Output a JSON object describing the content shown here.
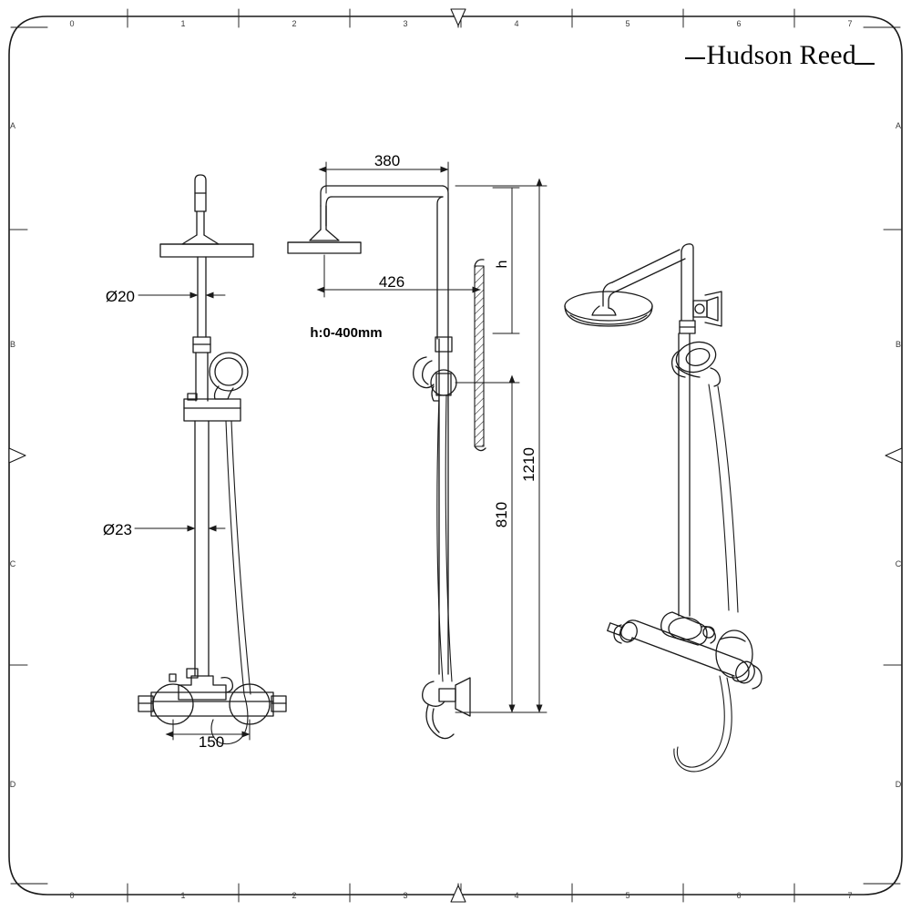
{
  "document": {
    "type": "technical-drawing",
    "subject": "Thermostatic shower riser rail kit with rain head and handset",
    "brand_logo": "Hudson Reed"
  },
  "frame": {
    "column_labels": [
      "0",
      "1",
      "2",
      "3",
      "4",
      "5",
      "6",
      "7"
    ],
    "row_labels": [
      "A",
      "B",
      "C",
      "D"
    ],
    "center_marker": "triangle"
  },
  "dimensions": {
    "diameter_riser_upper": "Ø20",
    "diameter_riser_lower": "Ø23",
    "valve_centres": "150",
    "arm_projection": "380",
    "head_to_wall": "426",
    "handset_height": "810",
    "overall_height": "1210",
    "adjust_label": "h",
    "adjust_note": "h:0-400mm"
  },
  "views": [
    {
      "name": "front-elevation",
      "label": ""
    },
    {
      "name": "side-elevation",
      "label": ""
    },
    {
      "name": "isometric-3d",
      "label": ""
    }
  ],
  "colors": {
    "line": "#1a1a1a",
    "thin_line": "#333333",
    "background": "#ffffff"
  }
}
